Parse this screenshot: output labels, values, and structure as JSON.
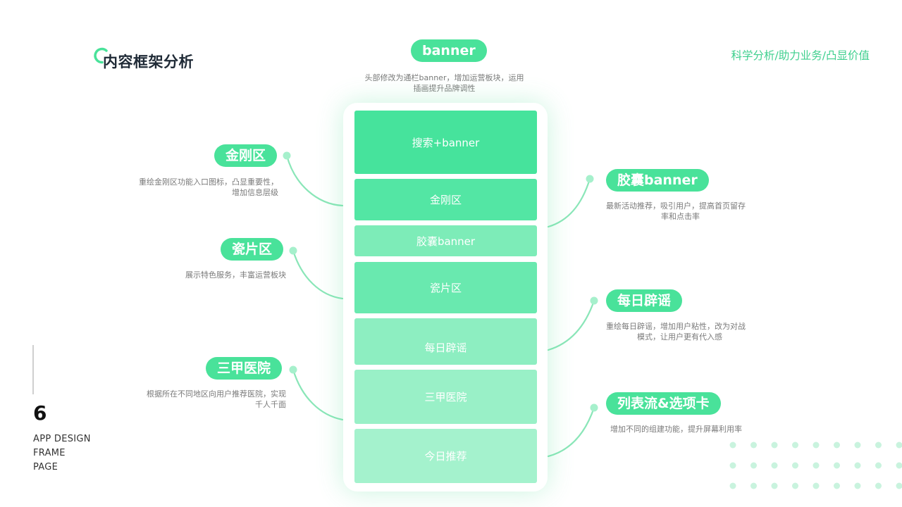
{
  "header": {
    "title": "内容框架分析",
    "slogan": "科学分析/助力业务/凸显价值"
  },
  "banner": {
    "label": "banner",
    "desc_line1": "头部修改为通栏banner，增加运营板块，运用",
    "desc_line2": "插画提升品牌调性"
  },
  "left_items": [
    {
      "label": "金刚区",
      "desc_line1": "重绘金刚区功能入口图标，凸显重要性，",
      "desc_line2": "增加信息层级"
    },
    {
      "label": "瓷片区",
      "desc_line1": "展示特色服务，丰富运营板块",
      "desc_line2": ""
    },
    {
      "label": "三甲医院",
      "desc_line1": "根据所在不同地区向用户推荐医院，实现",
      "desc_line2": "千人千面"
    }
  ],
  "right_items": [
    {
      "label": "胶囊banner",
      "desc_line1": "最新活动推荐，吸引用户，提高首页留存",
      "desc_line2": "率和点击率"
    },
    {
      "label": "每日辟谣",
      "desc_line1": "重绘每日辟谣，增加用户粘性，改为对战",
      "desc_line2": "模式，让用户更有代入感"
    },
    {
      "label": "列表流&选项卡",
      "desc_line1": "增加不同的组建功能，提升屏幕利用率",
      "desc_line2": ""
    }
  ],
  "phone_blocks": [
    {
      "label": "搜索+banner",
      "color": "#46e39c"
    },
    {
      "label": "金刚区",
      "color": "#53e6a4"
    },
    {
      "label": "胶囊banner",
      "color": "#7decb8"
    },
    {
      "label": "瓷片区",
      "color": "#69e9af"
    },
    {
      "label": "每日辟谣",
      "color": "#8deec1"
    },
    {
      "label": "三甲医院",
      "color": "#99f0c7"
    },
    {
      "label": "今日推荐",
      "color": "#a4f2cd"
    }
  ],
  "page_marker": {
    "number": "6",
    "line1": "APP DESIGN",
    "line2": "FRAME",
    "line3": "PAGE"
  },
  "colors": {
    "accent": "#49e29a",
    "slogan": "#3ecf8e",
    "connector": "#8ae6b8"
  }
}
